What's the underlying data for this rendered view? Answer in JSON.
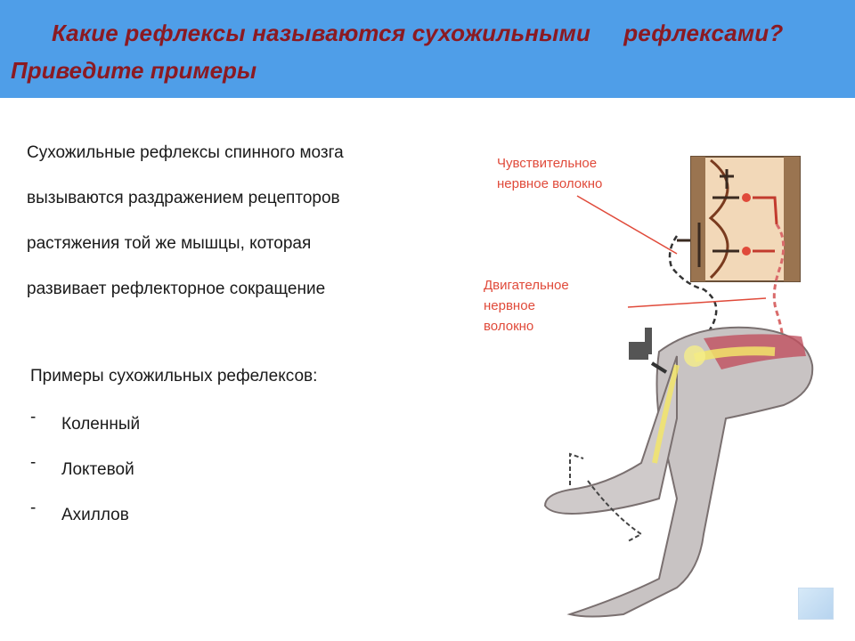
{
  "header": {
    "title_line1": "Какие рефлексы называются сухожильными     рефлексами?",
    "title_line2": "Приведите примеры",
    "background_color": "#4f9ee8",
    "title_color": "#8b1a22"
  },
  "description": {
    "lines": [
      "Сухожильные рефлексы спинного мозга",
      "вызываются раздражением рецепторов",
      "растяжения той же мышцы, которая",
      "развивает рефлекторное сокращение"
    ]
  },
  "examples": {
    "title": "Примеры сухожильных рефелексов:",
    "items": [
      {
        "dash": "-",
        "label": "Коленный"
      },
      {
        "dash": "-",
        "label": "Локтевой"
      },
      {
        "dash": "-",
        "label": "Ахиллов"
      }
    ]
  },
  "figure": {
    "sensory_label_line1": "Чувствительное",
    "sensory_label_line2": "нервное волокно",
    "motor_label_line1": "Двигательное",
    "motor_label_line2": "нервное",
    "motor_label_line3": "волокно",
    "label_color": "#e04a3a"
  }
}
